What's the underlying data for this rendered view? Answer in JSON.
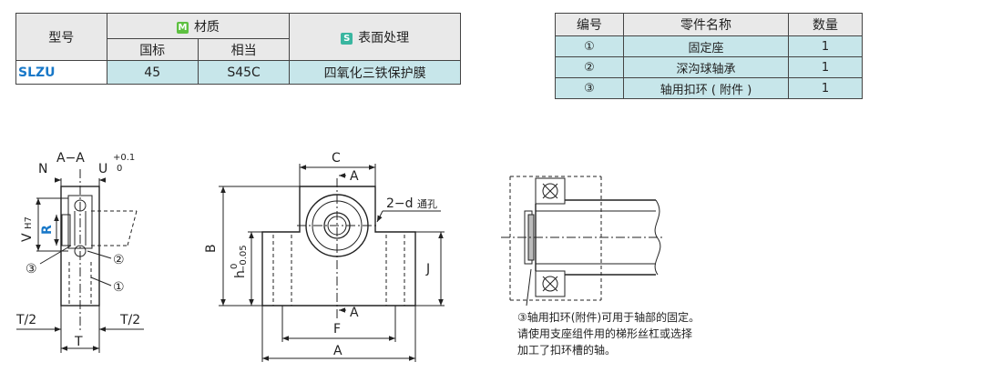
{
  "spec_table": {
    "col_model": "型号",
    "material_badge": "M",
    "material_label": "材质",
    "surface_badge": "S",
    "surface_label": "表面处理",
    "sub_standard": "国标",
    "sub_equivalent": "相当",
    "row": {
      "model": "SLZU",
      "standard": "45",
      "equivalent": "S45C",
      "surface": "四氧化三铁保护膜"
    }
  },
  "parts_table": {
    "headers": [
      "编号",
      "零件名称",
      "数量"
    ],
    "rows": [
      {
        "no": "①",
        "name": "固定座",
        "qty": "1"
      },
      {
        "no": "②",
        "name": "深沟球轴承",
        "qty": "1"
      },
      {
        "no": "③",
        "name": "轴用扣环 ( 附件 )",
        "qty": "1"
      }
    ]
  },
  "drawing_labels": {
    "section": "A−A",
    "n": "N",
    "u": "U",
    "u_tol_upper": "+0.1",
    "u_tol_lower": "0",
    "v": "V",
    "v_tol": "H7",
    "r": "R",
    "call1": "①",
    "call2": "②",
    "call3": "③",
    "t_half": "T/2",
    "t": "T",
    "c": "C",
    "a": "A",
    "b": "B",
    "h": "h",
    "h_tol_upper": "0",
    "h_tol_lower": "−0.05",
    "j": "J",
    "f": "F",
    "hole": "2−d",
    "hole_type": "通孔"
  },
  "note_lines": [
    "③轴用扣环(附件)可用于轴部的固定。",
    "请使用支座组件用的梯形丝杠或选择",
    "加工了扣环槽的轴。"
  ]
}
